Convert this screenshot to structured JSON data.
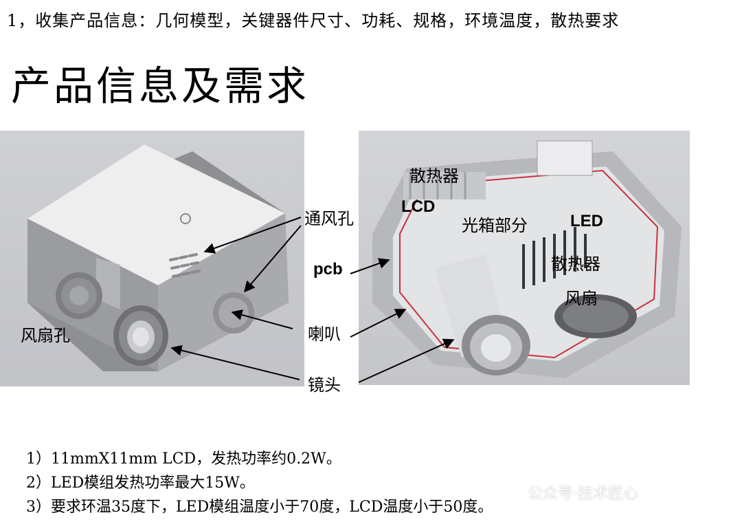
{
  "header": {
    "line": "1，收集产品信息：几何模型，关键器件尺寸、功耗、规格，环境温度，散热要求",
    "title": "产品信息及需求"
  },
  "left_figure": {
    "labels": {
      "vent": "通风孔",
      "fan_hole": "风扇孔",
      "speaker": "喇叭",
      "lens": "镜头",
      "pcb": "pcb"
    }
  },
  "right_figure": {
    "labels": {
      "heatsink_top": "散热器",
      "lcd": "LCD",
      "light_box": "光箱部分",
      "led": "LED",
      "heatsink_mid": "散热器",
      "fan": "风扇"
    }
  },
  "requirements": [
    "1）11mmX11mm LCD，发热功率约0.2W。",
    "2）LED模组发热功率最大15W。",
    "3）要求环温35度下，LED模组温度小于70度，LCD温度小于50度。"
  ],
  "watermark": "公众号·技术匠心"
}
